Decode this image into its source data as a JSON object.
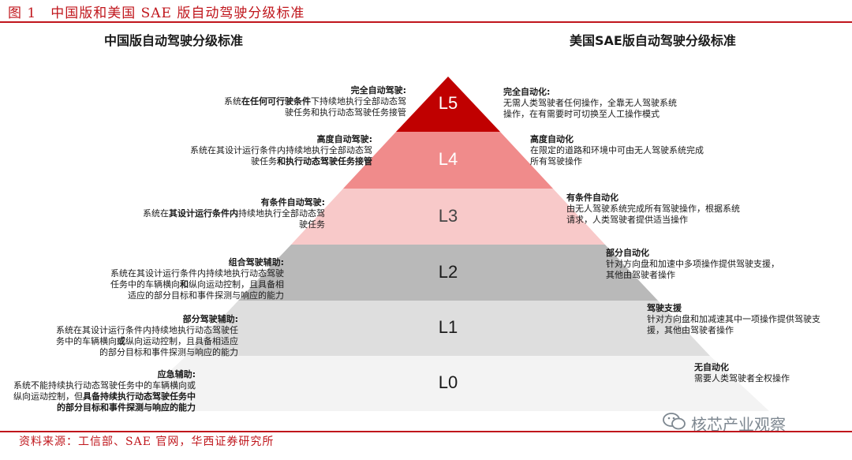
{
  "figure_title": "图 1　中国版和美国 SAE 版自动驾驶分级标准",
  "china_heading": "中国版自动驾驶分级标准",
  "us_heading": "美国SAE版自动驾驶分级标准",
  "levels": [
    {
      "label": "L5",
      "color": "#c00000",
      "text_color": "#ffffff"
    },
    {
      "label": "L4",
      "color": "#f08b8b",
      "text_color": "#ffffff"
    },
    {
      "label": "L3",
      "color": "#f8c9c9",
      "text_color": "#444444"
    },
    {
      "label": "L2",
      "color": "#b9b9b9",
      "text_color": "#1a1a1a"
    },
    {
      "label": "L1",
      "color": "#dedede",
      "text_color": "#1a1a1a"
    },
    {
      "label": "L0",
      "color": "#f3f3f3",
      "text_color": "#1a1a1a"
    }
  ],
  "china": {
    "l5": {
      "title": "完全自动驾驶:",
      "p1": "系统",
      "b1": "在任何可行驶条件",
      "p2": "下持续地执行全部动态驾驶任务和执行动态驾驶任务接管"
    },
    "l4": {
      "title": "高度自动驾驶:",
      "p1": "系统在其设计运行条件内持续地执行全部动态驾驶任务",
      "b1": "和执行动态驾驶任务接管"
    },
    "l3": {
      "title": "有条件自动驾驶:",
      "p1": "系统在",
      "b1": "其设计运行条件内",
      "p2": "持续地执行全部动态驾驶任务"
    },
    "l2": {
      "title": "组合驾驶辅助:",
      "p1": "系统在其设计运行条件内持续地执行动态驾驶任务中的车辆横向",
      "b1": "和",
      "p2": "纵向运动控制，且具备相适应的部分目标和事件探测与响应的能力"
    },
    "l1": {
      "title": "部分驾驶辅助:",
      "p1": "系统在其设计运行条件内持续地执行动态驾驶任务中的车辆横向",
      "b1": "或",
      "p2": "纵向运动控制，且具备相适应的部分目标和事件探测与响应的能力"
    },
    "l0": {
      "title": "应急辅助:",
      "p1": "系统不能持续执行动态驾驶任务中的车辆横向或纵向运动控制，但",
      "b1": "具备持续执行动态驾驶任务中的部分目标和事件探测与响应的能力"
    }
  },
  "us": {
    "l5": {
      "title": "完全自动化:",
      "body": "无需人类驾驶者任何操作，全靠无人驾驶系统操作，在有需要时可切换至人工操作模式"
    },
    "l4": {
      "title": "高度自动化",
      "body": "在限定的道路和环境中可由无人驾驶系统完成所有驾驶操作"
    },
    "l3": {
      "title": "有条件自动化",
      "body": "由无人驾驶系统完成所有驾驶操作，根据系统请求，人类驾驶者提供适当操作"
    },
    "l2": {
      "title": "部分自动化",
      "body": "针对方向盘和加速中多项操作提供驾驶支援，其他由驾驶者操作"
    },
    "l1": {
      "title": "驾驶支援",
      "body": "针对方向盘和加减速其中一项操作提供驾驶支援，其他由驾驶者操作"
    },
    "l0": {
      "title": "无自动化",
      "body": "需要人类驾驶者全权操作"
    }
  },
  "source": "资料来源：工信部、SAE 官网，华西证券研究所",
  "watermark": "核芯产业观察"
}
